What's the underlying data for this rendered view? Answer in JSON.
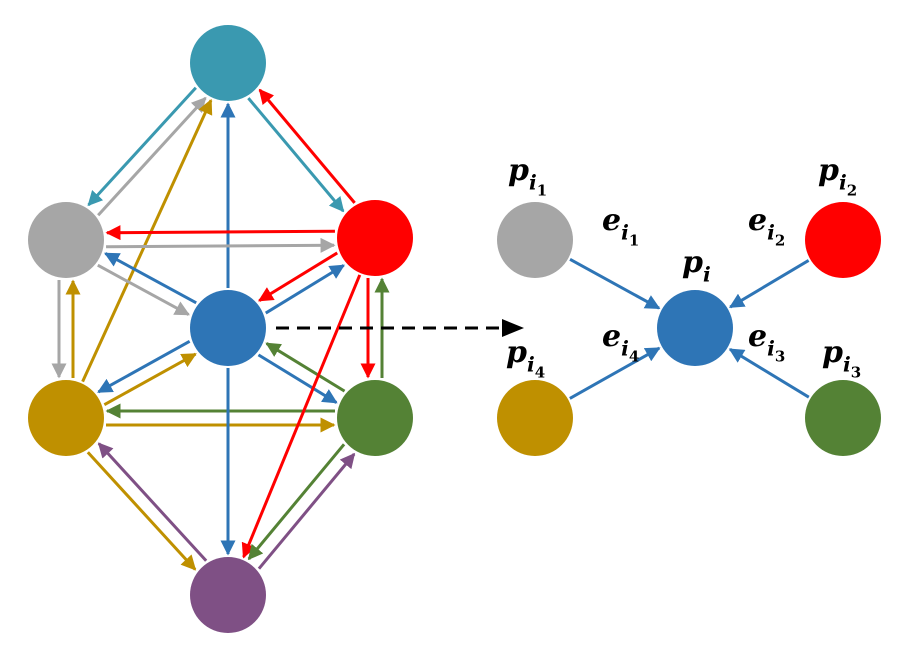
{
  "colors": {
    "teal": "#3A99B0",
    "gray": "#A6A6A6",
    "red": "#FF0000",
    "blue": "#2E75B6",
    "gold": "#BF9000",
    "green": "#548235",
    "purple": "#7F5085",
    "connector": "#000000"
  },
  "graph": {
    "nodes": [
      {
        "id": "teal",
        "color_key": "teal"
      },
      {
        "id": "gray",
        "color_key": "gray"
      },
      {
        "id": "red",
        "color_key": "red"
      },
      {
        "id": "blue",
        "color_key": "blue"
      },
      {
        "id": "gold",
        "color_key": "gold"
      },
      {
        "id": "green",
        "color_key": "green"
      },
      {
        "id": "purple",
        "color_key": "purple"
      }
    ],
    "edges": [
      {
        "from": "gray",
        "to": "teal"
      },
      {
        "from": "teal",
        "to": "gray"
      },
      {
        "from": "red",
        "to": "teal"
      },
      {
        "from": "teal",
        "to": "red"
      },
      {
        "from": "blue",
        "to": "teal"
      },
      {
        "from": "gold",
        "to": "teal"
      },
      {
        "from": "gray",
        "to": "red"
      },
      {
        "from": "red",
        "to": "gray"
      },
      {
        "from": "gray",
        "to": "blue"
      },
      {
        "from": "blue",
        "to": "gray"
      },
      {
        "from": "red",
        "to": "blue"
      },
      {
        "from": "blue",
        "to": "red"
      },
      {
        "from": "gray",
        "to": "gold"
      },
      {
        "from": "gold",
        "to": "gray"
      },
      {
        "from": "red",
        "to": "green"
      },
      {
        "from": "green",
        "to": "red"
      },
      {
        "from": "blue",
        "to": "gold"
      },
      {
        "from": "gold",
        "to": "blue"
      },
      {
        "from": "blue",
        "to": "green"
      },
      {
        "from": "green",
        "to": "blue"
      },
      {
        "from": "green",
        "to": "gold"
      },
      {
        "from": "gold",
        "to": "green"
      },
      {
        "from": "blue",
        "to": "purple"
      },
      {
        "from": "red",
        "to": "purple"
      },
      {
        "from": "gold",
        "to": "purple"
      },
      {
        "from": "purple",
        "to": "gold"
      },
      {
        "from": "green",
        "to": "purple"
      },
      {
        "from": "purple",
        "to": "green"
      }
    ]
  },
  "neighborhood": {
    "center": {
      "color_key": "blue",
      "label": "p",
      "sub": "i",
      "subsub": ""
    },
    "neighbors": [
      {
        "color_key": "gray",
        "label": "p",
        "sub": "i",
        "subsub": "1",
        "edge_label": "e",
        "edge_sub": "i",
        "edge_subsub": "1"
      },
      {
        "color_key": "red",
        "label": "p",
        "sub": "i",
        "subsub": "2",
        "edge_label": "e",
        "edge_sub": "i",
        "edge_subsub": "2"
      },
      {
        "color_key": "green",
        "label": "p",
        "sub": "i",
        "subsub": "3",
        "edge_label": "e",
        "edge_sub": "i",
        "edge_subsub": "3"
      },
      {
        "color_key": "gold",
        "label": "p",
        "sub": "i",
        "subsub": "4",
        "edge_label": "e",
        "edge_sub": "i",
        "edge_subsub": "4"
      }
    ]
  }
}
